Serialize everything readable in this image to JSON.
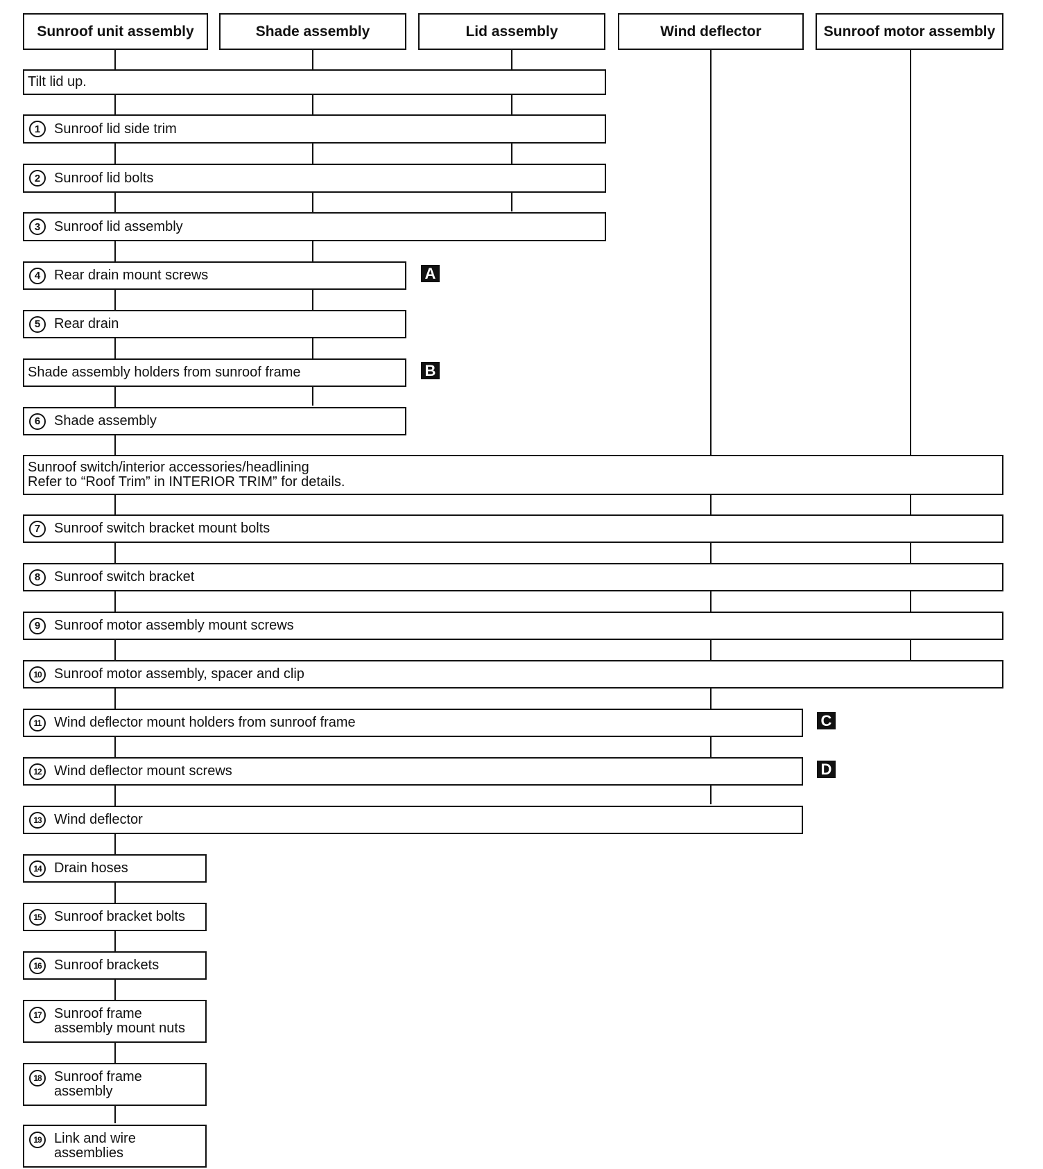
{
  "headers": {
    "sunroof_unit": "Sunroof unit assembly",
    "shade": "Shade assembly",
    "lid": "Lid assembly",
    "wind_deflector": "Wind deflector",
    "motor": "Sunroof motor assembly"
  },
  "steps": {
    "tilt": "Tilt lid up.",
    "s1": {
      "num": "1",
      "text": "Sunroof lid side trim"
    },
    "s2": {
      "num": "2",
      "text": "Sunroof lid bolts"
    },
    "s3": {
      "num": "3",
      "text": "Sunroof lid assembly"
    },
    "s4": {
      "num": "4",
      "text": "Rear drain mount screws"
    },
    "s5": {
      "num": "5",
      "text": "Rear drain"
    },
    "holders": "Shade assembly holders from sunroof frame",
    "s6": {
      "num": "6",
      "text": "Shade assembly"
    },
    "trim_line1": "Sunroof switch/interior accessories/headlining",
    "trim_line2": "Refer to “Roof Trim” in INTERIOR TRIM” for details.",
    "s7": {
      "num": "7",
      "text": "Sunroof switch bracket mount bolts"
    },
    "s8": {
      "num": "8",
      "text": "Sunroof switch bracket"
    },
    "s9": {
      "num": "9",
      "text": "Sunroof motor assembly mount screws"
    },
    "s10": {
      "num": "10",
      "text": "Sunroof motor assembly, spacer and clip"
    },
    "s11": {
      "num": "11",
      "text": "Wind deflector mount holders from sunroof frame"
    },
    "s12": {
      "num": "12",
      "text": "Wind deflector mount screws"
    },
    "s13": {
      "num": "13",
      "text": "Wind deflector"
    },
    "s14": {
      "num": "14",
      "text": "Drain hoses"
    },
    "s15": {
      "num": "15",
      "text": "Sunroof bracket bolts"
    },
    "s16": {
      "num": "16",
      "text": "Sunroof brackets"
    },
    "s17": {
      "num": "17",
      "line1": "Sunroof frame",
      "line2": "assembly mount nuts"
    },
    "s18": {
      "num": "18",
      "line1": "Sunroof frame",
      "line2": "assembly"
    },
    "s19": {
      "num": "19",
      "line1": "Link and wire",
      "line2": "assemblies"
    }
  },
  "tags": {
    "a": "A",
    "b": "B",
    "c": "C",
    "d": "D"
  }
}
